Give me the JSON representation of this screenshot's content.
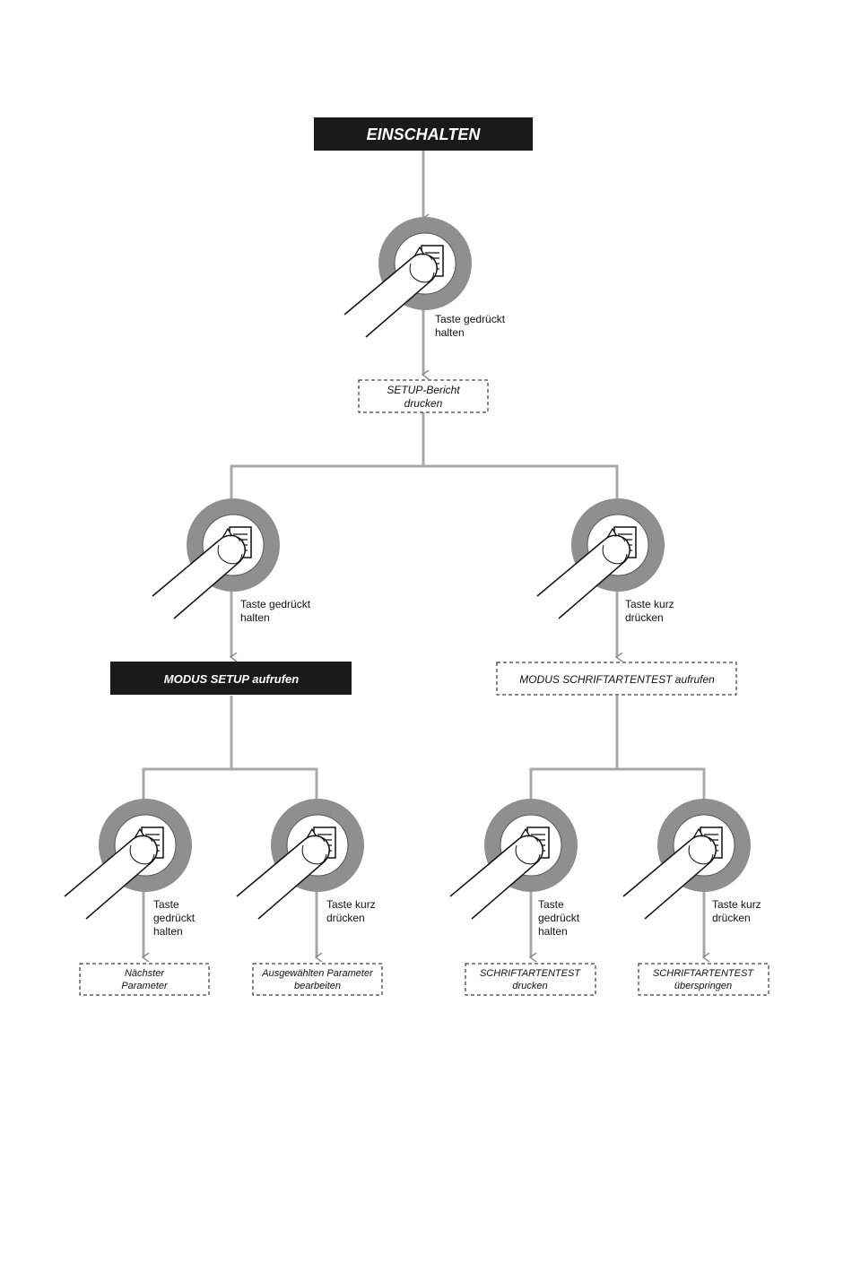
{
  "colors": {
    "dark_box": "#1a1a1a",
    "ring": "#8f8f8f",
    "connector": "#a8a8a8",
    "ink": "#111111"
  },
  "icons": {
    "button": "report-print-button-icon",
    "finger": "finger-press-icon"
  },
  "nodes": {
    "power_on": "EINSCHALTEN",
    "setup_report": [
      "SETUP-Bericht",
      "drucken"
    ],
    "setup_mode": "MODUS SETUP aufrufen",
    "font_test_mode": "MODUS SCHRIFTARTENTEST aufrufen",
    "next_parameter": [
      "Nächster",
      "Parameter"
    ],
    "edit_parameter": [
      "Ausgewählten Parameter",
      "bearbeiten"
    ],
    "print_font_test": [
      "SCHRIFTARTENTEST",
      "drucken"
    ],
    "skip_font_test": [
      "SCHRIFTARTENTEST",
      "überspringen"
    ]
  },
  "actions": {
    "hold_two_lines": [
      "Taste gedrückt",
      "halten"
    ],
    "short_two_lines": [
      "Taste kurz",
      "drücken"
    ],
    "hold_three_lines": [
      "Taste",
      "gedrückt",
      "halten"
    ]
  }
}
